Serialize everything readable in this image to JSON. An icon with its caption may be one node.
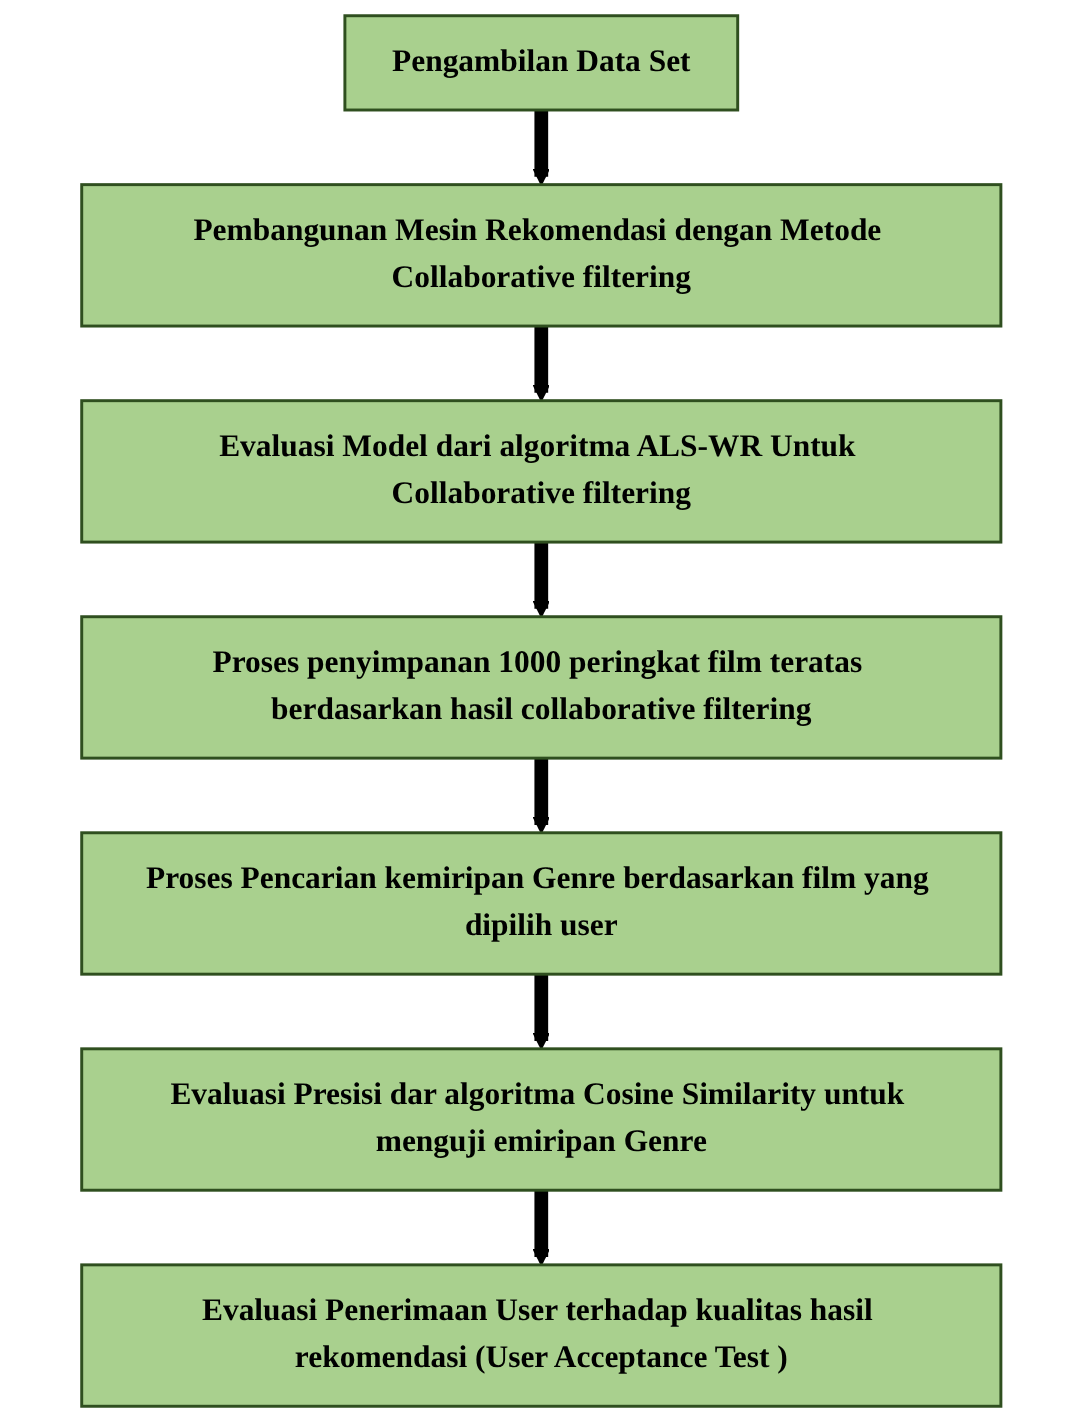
{
  "diagram": {
    "nodes": [
      {
        "text": [
          "Pengambilan Data Set"
        ]
      },
      {
        "text": [
          "Pembangunan Mesin Rekomendasi dengan Metode Collaborative filtering"
        ]
      },
      {
        "text": [
          "Evaluasi Model dari algoritma ALS-WR Untuk Collaborative filtering"
        ]
      },
      {
        "text": [
          "Proses penyimpanan 1000 peringkat film teratas berdasarkan hasil collaborative filtering"
        ]
      },
      {
        "text": [
          "Proses Pencarian kemiripan Genre berdasarkan film yang dipilih user"
        ]
      },
      {
        "text": [
          "Evaluasi Presisi dar algoritma Cosine Similarity untuk menguji emiripan Genre"
        ]
      },
      {
        "text": [
          "Evaluasi Penerimaan User terhadap kualitas hasil rekomendasi (User Acceptance Test )"
        ]
      }
    ],
    "edges": [
      {
        "from": 0,
        "to": 1,
        "arrow": "to"
      },
      {
        "from": 1,
        "to": 2,
        "arrow": "to"
      },
      {
        "from": 2,
        "to": 3,
        "arrow": "to"
      },
      {
        "from": 3,
        "to": 4,
        "arrow": "to"
      },
      {
        "from": 4,
        "to": 5,
        "arrow": "to"
      },
      {
        "from": 5,
        "to": 6,
        "arrow": "to"
      }
    ]
  }
}
